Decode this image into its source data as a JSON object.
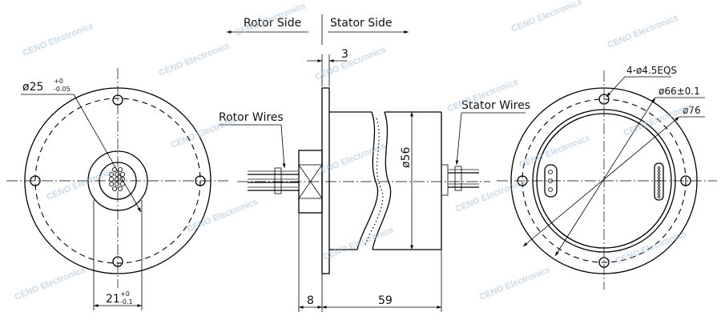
{
  "labels": {
    "rotor_side": "Rotor Side",
    "stator_side": "Stator Side",
    "rotor_wires": "Rotor Wires",
    "stator_wires": "Stator Wires"
  },
  "dimensions": {
    "flange_thickness": "3",
    "body_diameter": "ø56",
    "shaft_length": "8",
    "body_length": "59",
    "bolt_holes": "4-ø4.5EQS",
    "bolt_circle": "ø66±0.1",
    "outer_diameter": "ø76",
    "bore_diameter": "ø25",
    "bore_tol_upper": "+0",
    "bore_tol_lower": "-0.05",
    "width": "21",
    "width_tol_upper": "+0",
    "width_tol_lower": "-0.1"
  },
  "watermark": "CENO Electronics",
  "colors": {
    "line": "#000000",
    "watermark": "#9ebcd6",
    "background": "#ffffff"
  }
}
